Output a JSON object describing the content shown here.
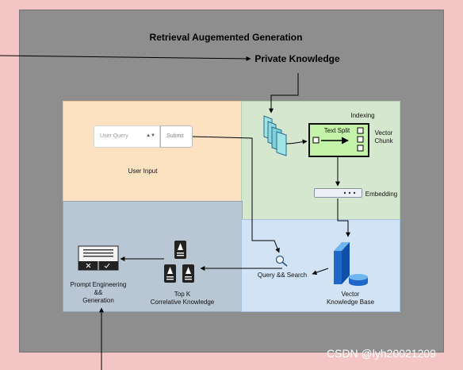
{
  "title": "Retrieval Augemented Generation",
  "private_knowledge": "Private Knowledge",
  "user_input": {
    "query_placeholder": "User Query",
    "submit_label": "Submit",
    "section_label": "User Input"
  },
  "indexing": {
    "label": "Indexing",
    "text_split": "Text Split",
    "vector_chunk_line1": "Vector",
    "vector_chunk_line2": "Chunk",
    "embedding": "Embedding"
  },
  "vector_kb": {
    "line1": "Vector",
    "line2": "Knowledge Base"
  },
  "query_search": "Query && Search",
  "topk": {
    "line1": "Top K",
    "line2": "Correlative Knowledge"
  },
  "prompt": {
    "line1": "Prompt Engineering",
    "line2": "&&",
    "line3": "Generation"
  },
  "watermark": "CSDN @lyh20021209",
  "colors": {
    "background": "#f4c5c5",
    "frame": "#8e8e8e",
    "user_panel": "#fde2c2",
    "indexing_panel": "#d5e7cf",
    "prompt_panel": "#b9c6d3",
    "vector_panel": "#d2e3f5",
    "text_split_box": "#c3f2a8"
  }
}
